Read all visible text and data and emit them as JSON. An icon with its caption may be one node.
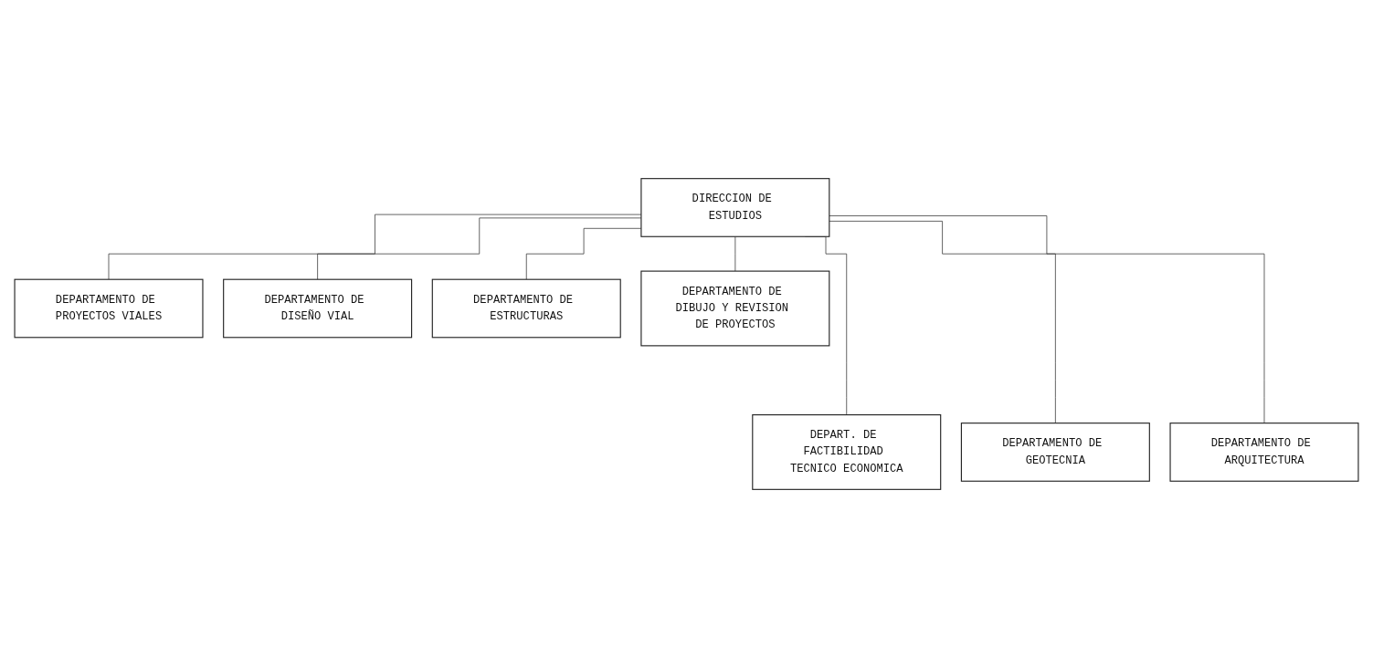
{
  "diagram": {
    "nodes": [
      {
        "text": [
          "DIRECCION DE ESTUDIOS"
        ]
      },
      {
        "text": [
          "DEPARTAMENTO DE PROYECTOS VIALES"
        ]
      },
      {
        "text": [
          "DEPARTAMENTO DE DISEÑO VIAL"
        ]
      },
      {
        "text": [
          "DEPARTAMENTO DE ESTRUCTURAS"
        ]
      },
      {
        "text": [
          "DEPARTAMENTO DE DIBUJO Y REVISION DE PROYECTOS"
        ]
      },
      {
        "text": [
          "DEPART. DE FACTIBILIDAD TECNICO ECONOMICA"
        ]
      },
      {
        "text": [
          "DEPARTAMENTO DE GEOTECNIA"
        ]
      },
      {
        "text": [
          "DEPARTAMENTO DE ARQUITECTURA"
        ]
      }
    ],
    "edges": [
      {
        "from": 0,
        "to": 1,
        "arrow": "none"
      },
      {
        "from": 0,
        "to": 2,
        "arrow": "none"
      },
      {
        "from": 0,
        "to": 3,
        "arrow": "none"
      },
      {
        "from": 0,
        "to": 4,
        "arrow": "none"
      },
      {
        "from": 0,
        "to": 5,
        "arrow": "none"
      },
      {
        "from": 0,
        "to": 6,
        "arrow": "none"
      },
      {
        "from": 0,
        "to": 7,
        "arrow": "none"
      }
    ]
  }
}
